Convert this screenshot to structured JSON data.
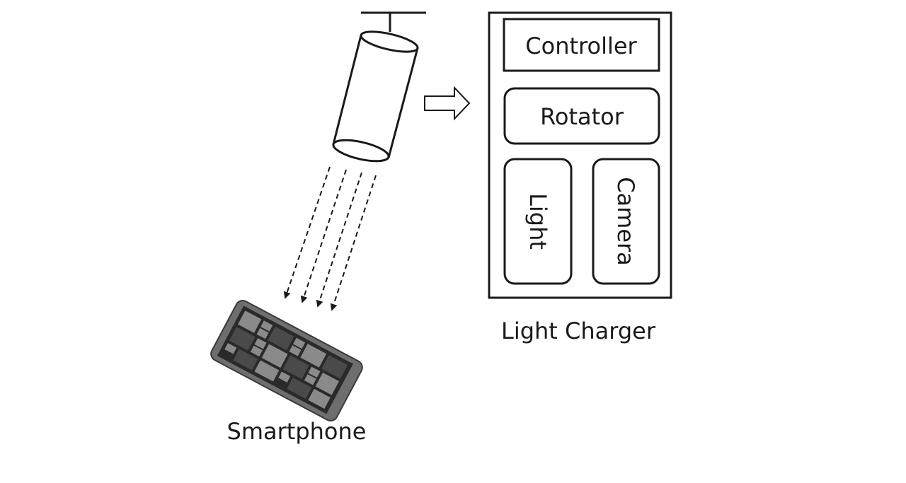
{
  "diagram": {
    "charger_caption": "Light Charger",
    "phone_caption": "Smartphone",
    "components": {
      "controller": "Controller",
      "rotator": "Rotator",
      "light": "Light",
      "camera": "Camera"
    }
  },
  "colors": {
    "ink": "#1a1a1a",
    "screen": "#2a2a2a",
    "tile_light": "#8a8a8a",
    "tile_dark": "#4a4a4a",
    "phone_body": "#6e6e6e"
  },
  "icons": [
    "ceiling-mount-icon",
    "lamp-cylinder-icon",
    "light-beam-arrow-icon",
    "hollow-right-arrow-icon",
    "smartphone-icon"
  ]
}
